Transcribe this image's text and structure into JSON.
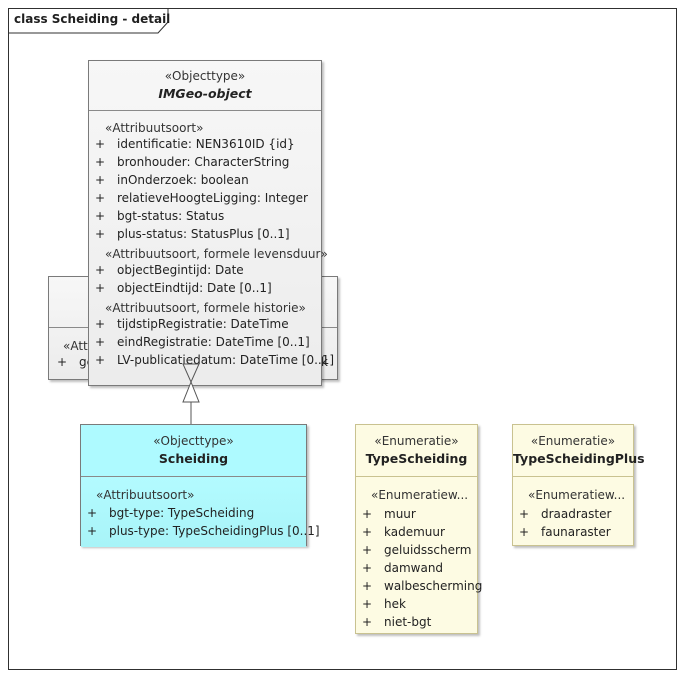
{
  "frame_title": "class Scheiding - detail",
  "imgeo": {
    "stereotype": "«Objecttype»",
    "name": "IMGeo-object",
    "sections": [
      {
        "title": "«Attribuutsoort»",
        "items": [
          "identificatie: NEN3610ID {id}",
          "bronhouder: CharacterString",
          "inOnderzoek: boolean",
          "relatieveHoogteLigging: Integer",
          "bgt-status: Status",
          "plus-status: StatusPlus [0..1]"
        ]
      },
      {
        "title": "«Attribuutsoort, formele levensduur»",
        "items": [
          "objectBegintijd: Date",
          "objectEindtijd: Date [0..1]"
        ]
      },
      {
        "title": "«Attribuutsoort, formele historie»",
        "items": [
          "tijdstipRegistratie: DateTime",
          "eindRegistratie: DateTime [0..1]",
          "LV-publicatiedatum: DateTime [0..1]"
        ]
      }
    ]
  },
  "hidden_box": {
    "section_fragment": "«Att",
    "item_fragment": "ge",
    "right_fragment": "k"
  },
  "scheiding": {
    "stereotype": "«Objecttype»",
    "name": "Scheiding",
    "section": "«Attribuutsoort»",
    "items": [
      "bgt-type: TypeScheiding",
      "plus-type: TypeScheidingPlus [0..1]"
    ]
  },
  "type_scheiding": {
    "stereotype": "«Enumeratie»",
    "name": "TypeScheiding",
    "section": "«Enumeratiew...",
    "items": [
      "muur",
      "kademuur",
      "geluidsscherm",
      "damwand",
      "walbescherming",
      "hek",
      "niet-bgt"
    ]
  },
  "type_scheiding_plus": {
    "stereotype": "«Enumeratie»",
    "name": "TypeScheidingPlus",
    "section": "«Enumeratiew...",
    "items": [
      "draadraster",
      "faunaraster"
    ]
  },
  "plus_symbol": "+",
  "colors": {
    "objecttype_gray": "#f2f2f2",
    "scheiding_cyan": "#aefaff",
    "enum_cream": "#fdfbe3",
    "border": "#7a7a7a"
  }
}
